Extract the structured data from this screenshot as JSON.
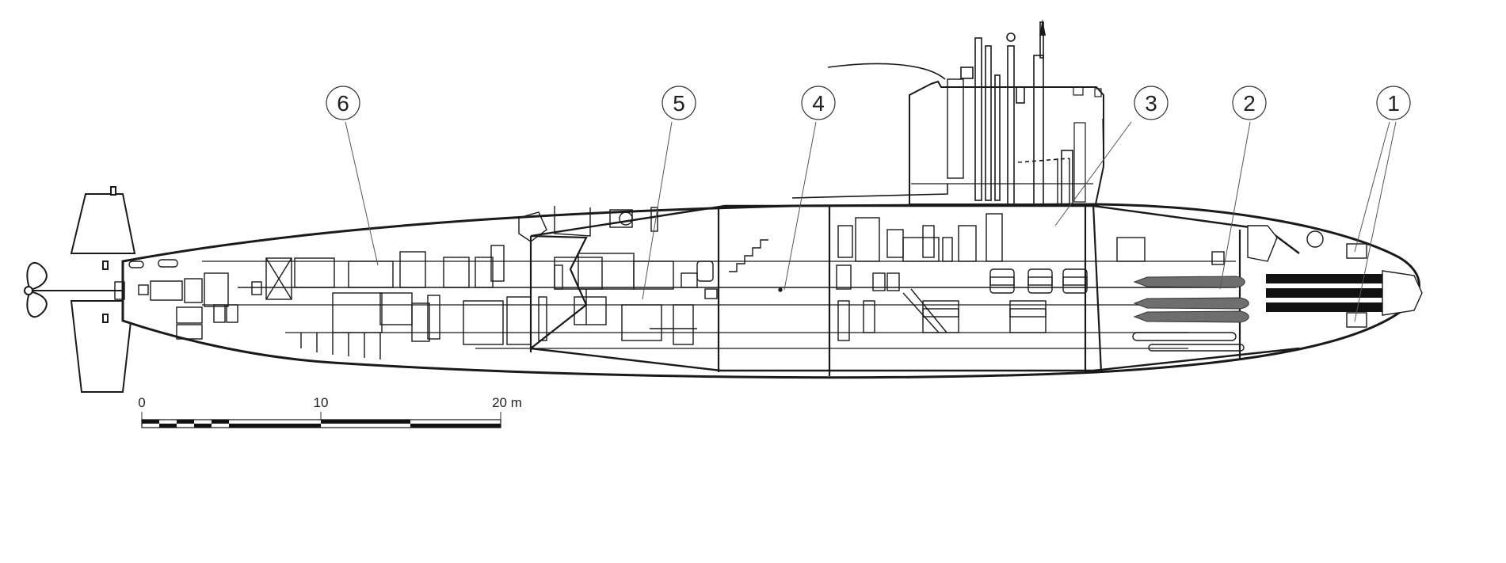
{
  "callouts": [
    {
      "id": "1",
      "label": "1"
    },
    {
      "id": "2",
      "label": "2"
    },
    {
      "id": "3",
      "label": "3"
    },
    {
      "id": "4",
      "label": "4"
    },
    {
      "id": "5",
      "label": "5"
    },
    {
      "id": "6",
      "label": "6"
    }
  ],
  "scale_bar": {
    "tick_0": "0",
    "tick_10": "10",
    "tick_20": "20 m"
  },
  "colors": {
    "line": "#1a1a1a",
    "torpedo": "#6e6e6e",
    "tube": "#111111"
  }
}
